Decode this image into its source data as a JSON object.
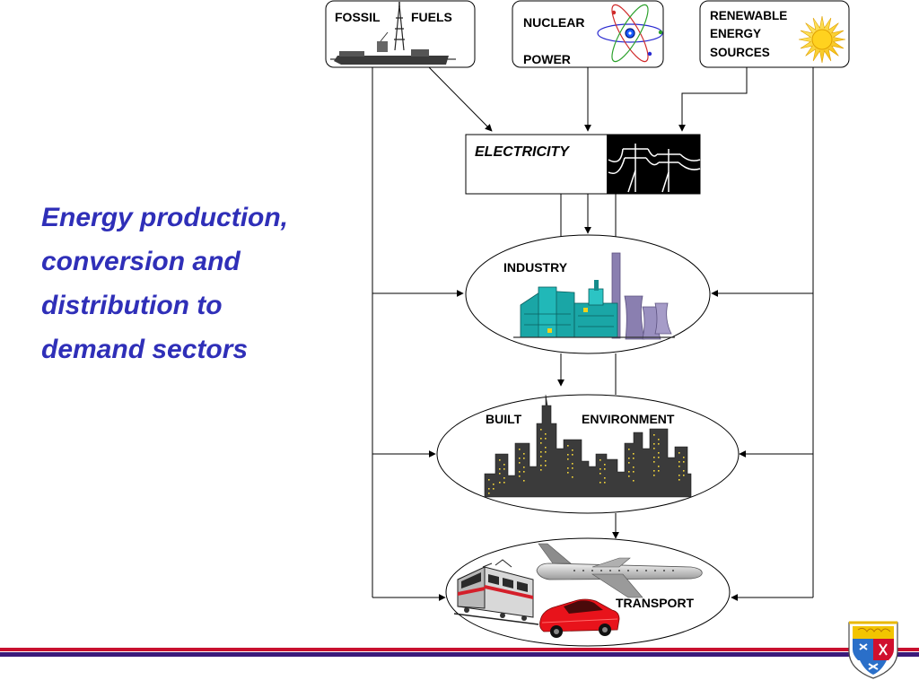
{
  "heading": {
    "lines": [
      "Energy production,",
      "conversion and",
      "distribution to",
      "demand sectors"
    ]
  },
  "sources": {
    "fossil": {
      "left": "FOSSIL",
      "right": "FUELS"
    },
    "nuclear": {
      "line1": "NUCLEAR",
      "line2": "POWER"
    },
    "renewable": {
      "line1": "RENEWABLE",
      "line2": "ENERGY",
      "line3": "SOURCES"
    }
  },
  "electricity": {
    "label": "ELECTRICITY"
  },
  "sectors": {
    "industry": {
      "label": "INDUSTRY"
    },
    "built": {
      "left": "BUILT",
      "right": "ENVIRONMENT"
    },
    "transport": {
      "label": "TRANSPORT"
    }
  },
  "colors": {
    "heading": "#2f2fb8",
    "footer_red": "#c8102e",
    "footer_purple": "#3b1a7a",
    "industry_teal": "#1aa6a6",
    "tower_purple": "#8a7fb0",
    "city_dark": "#3b3b3b",
    "car_red": "#e8131b",
    "sun_yellow": "#ffd21f"
  },
  "icons": [
    "oil-rig-ship-icon",
    "atom-icon",
    "sun-icon",
    "power-lines-icon",
    "factory-icon",
    "city-skyline-icon",
    "train-icon",
    "airplane-icon",
    "car-icon",
    "university-crest-icon"
  ]
}
